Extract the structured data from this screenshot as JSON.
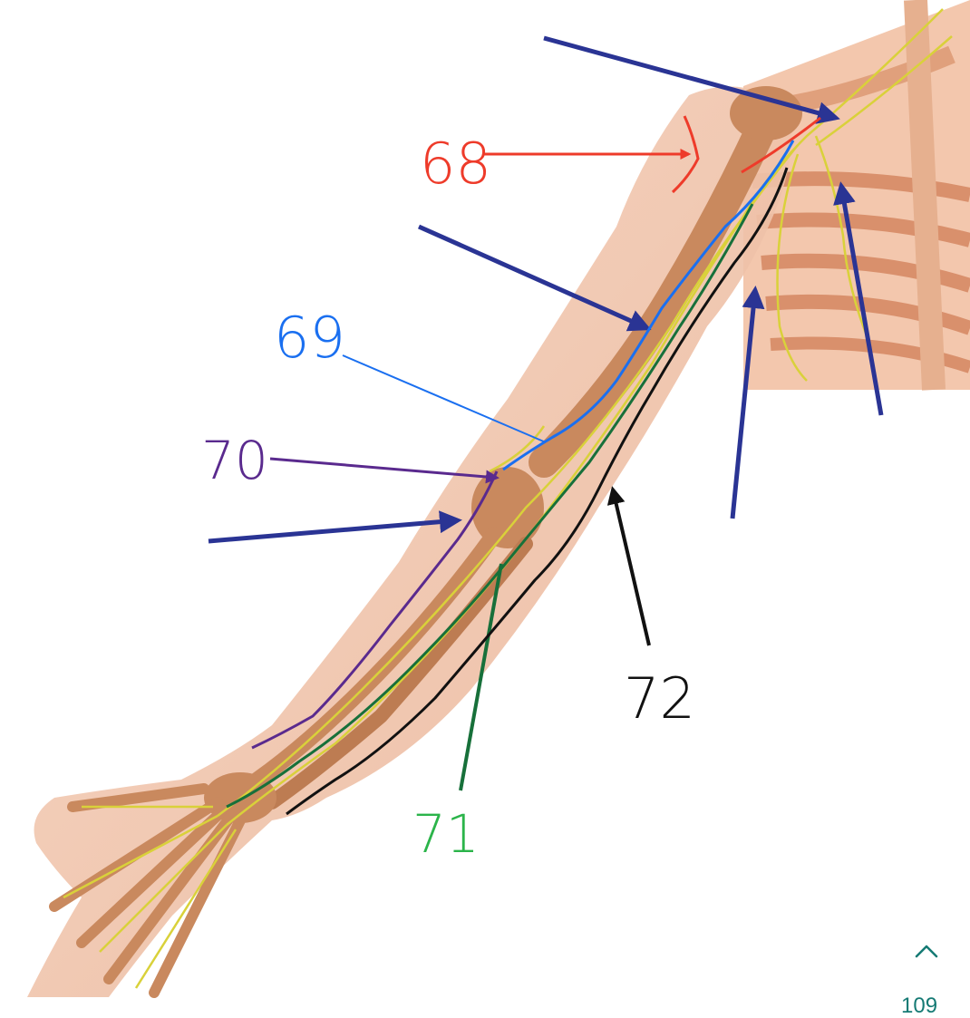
{
  "labels": {
    "l68": "68",
    "l69": "69",
    "l70": "70",
    "l71": "71",
    "l72": "72"
  },
  "colors": {
    "l68": "#ee3b2a",
    "l69": "#1a6ff0",
    "l70": "#5a2a8e",
    "l71": "#2bb44a",
    "l72": "#111111",
    "pointer_arrow": "#2a3494",
    "nerve": "#d9d13a",
    "skin": "#f1c5aa",
    "bone": "#c9895e",
    "accent": "#157a74"
  },
  "icons": {
    "scroll_top": "chevron-up-icon"
  },
  "footer": {
    "page_number": "109"
  }
}
